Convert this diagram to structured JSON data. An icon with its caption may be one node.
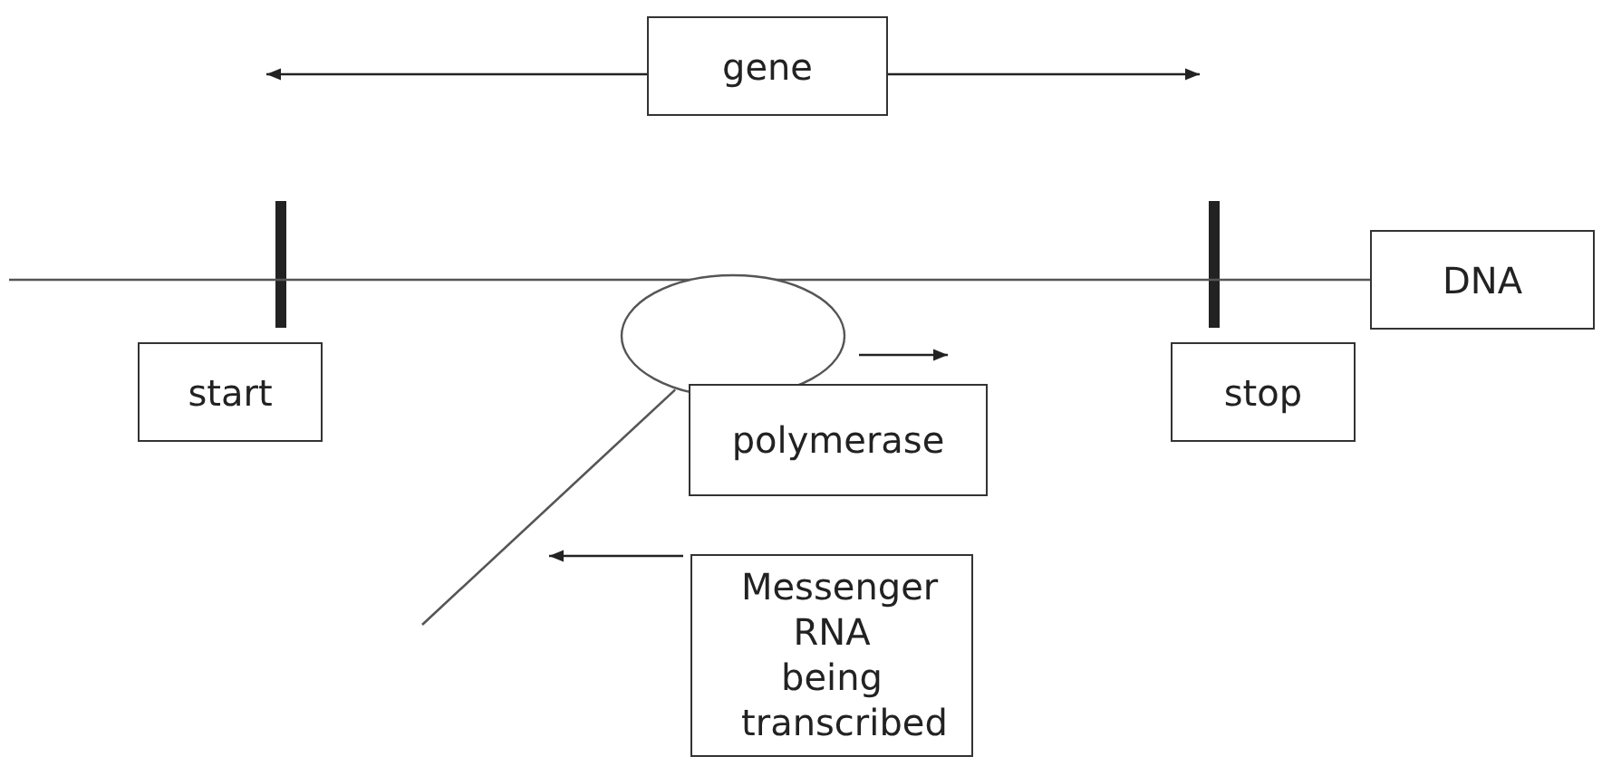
{
  "diagram": {
    "nodes": [
      {
        "text": [
          "gene"
        ]
      },
      {
        "text": [
          "DNA"
        ]
      },
      {
        "text": [
          "start"
        ]
      },
      {
        "text": [
          "stop"
        ]
      },
      {
        "text": [],
        "shape": "ellipse"
      },
      {
        "text": [
          "polymerase"
        ]
      },
      {
        "text": [
          "Messenger RNA being transcribed"
        ]
      }
    ],
    "edges": [
      {
        "from": null,
        "to": 1,
        "arrow": "none"
      },
      {
        "from": 4,
        "to": null,
        "arrow": "none"
      }
    ]
  }
}
